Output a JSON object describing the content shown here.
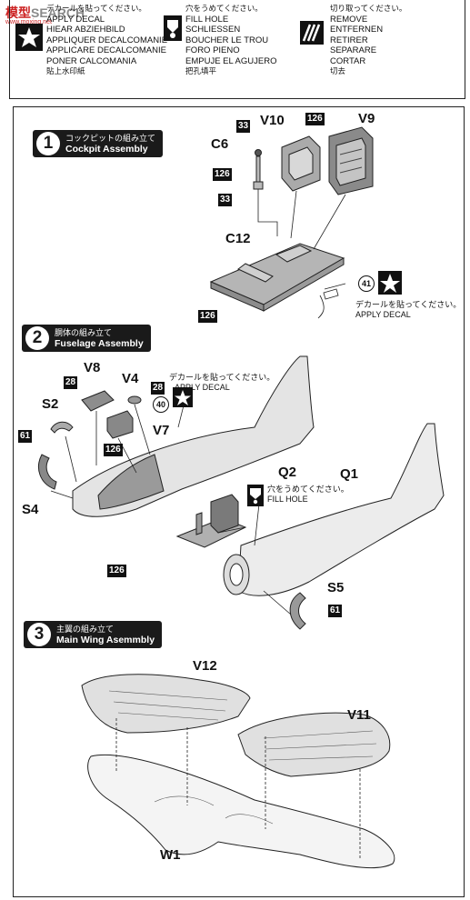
{
  "watermark": {
    "brand_a": "模型",
    "brand_b": "SEARCH",
    "site": "www.moxing.net"
  },
  "legend": {
    "decal": {
      "lines": [
        "デカールを貼ってください。",
        "APPLY DECAL",
        "HIEAR ABZIEHBILD",
        "APPLIQUER DECALCOMANIE",
        "APPLICARE DECALCOMANIE",
        "PONER CALCOMANIA",
        "貼上水印紙"
      ]
    },
    "fill": {
      "lines": [
        "穴をうめてください。",
        "FILL HOLE",
        "SCHLIESSEN",
        "BOUCHER LE TROU",
        "FORO PIENO",
        "EMPUJE EL AGUJERO",
        "把孔填平"
      ]
    },
    "remove": {
      "lines": [
        "切り取ってください。",
        "REMOVE",
        "ENTFERNEN",
        "RETIRER",
        "SEPARARE",
        "CORTAR",
        "切去"
      ]
    }
  },
  "steps": [
    {
      "num": "1",
      "jp": "コックピットの組み立て",
      "en": "Cockpit Assembly"
    },
    {
      "num": "2",
      "jp": "胴体の組み立て",
      "en": "Fuselage Assembly"
    },
    {
      "num": "3",
      "jp": "主翼の組み立て",
      "en": "Main Wing Asemmbly"
    }
  ],
  "step1": {
    "parts": {
      "v10": "V10",
      "v9": "V9",
      "c6": "C6",
      "c12": "C12"
    },
    "nums": {
      "n33a": "33",
      "n126a": "126",
      "n126b": "126",
      "n33b": "33",
      "n126c": "126",
      "n41": "41"
    },
    "decal_note": [
      "デカールを貼ってください。",
      "APPLY DECAL"
    ]
  },
  "step2": {
    "parts": {
      "v8": "V8",
      "v4": "V4",
      "s2": "S2",
      "v7": "V7",
      "s4": "S4",
      "q2": "Q2",
      "q1": "Q1",
      "s5": "S5"
    },
    "nums": {
      "n28a": "28",
      "n28b": "28",
      "n40": "40",
      "n61a": "61",
      "n126a": "126",
      "n126b": "126",
      "n61b": "61"
    },
    "decal_note": [
      "デカールを貼ってください。",
      "APPLY DECAL"
    ],
    "fill_note": [
      "穴をうめてください。",
      "FILL HOLE"
    ]
  },
  "step3": {
    "parts": {
      "v12": "V12",
      "v11": "V11",
      "w1": "W1"
    }
  }
}
